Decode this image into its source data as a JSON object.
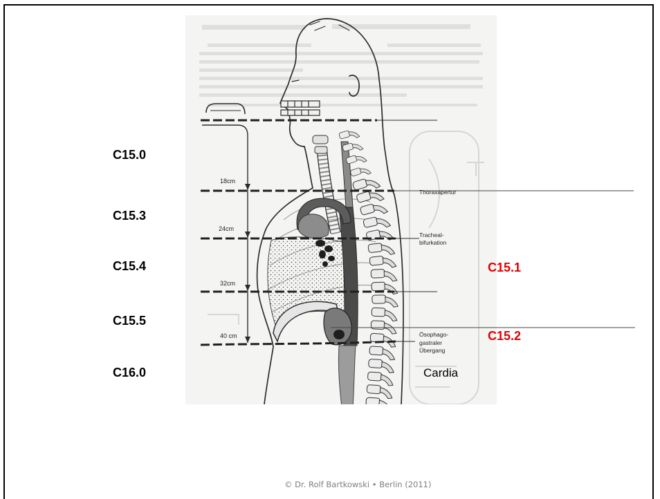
{
  "slide": {
    "left_labels": [
      "C15.0",
      "C15.3",
      "C15.4",
      "C15.5",
      "C16.0"
    ],
    "right_labels": [
      "C15.1",
      "C15.2"
    ],
    "cardia_label": "Cardia",
    "footer": "© Dr. Rolf Bartkowski • Berlin (2011)"
  },
  "figure": {
    "distance_labels": [
      "18cm",
      "24cm",
      "32cm",
      "40 cm"
    ],
    "thoraxapertur": "Thoraxapertur",
    "tracheal_bifurcation": [
      "Tracheal-",
      "bifurkation"
    ],
    "gastroesophageal_junction": [
      "Ösophago-",
      "gastraler",
      "Übergang"
    ]
  },
  "colors": {
    "label_black": "#000000",
    "label_red": "#e00000",
    "footer_gray": "#7f7f7f",
    "sketch_line": "#2b2b2b"
  }
}
